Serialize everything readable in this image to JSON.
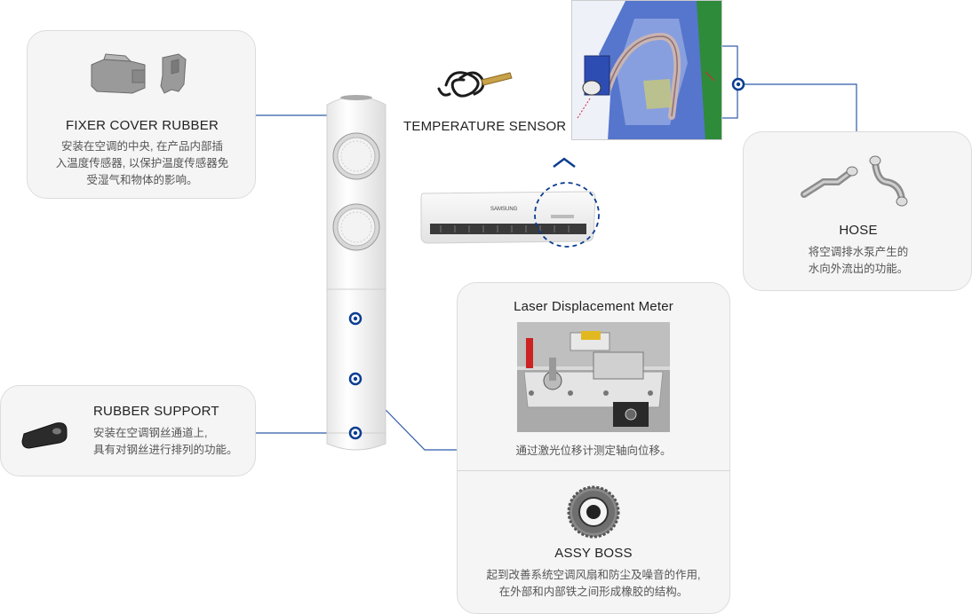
{
  "accent_color": "#0b3d91",
  "line_color": "#2f5aa8",
  "parts": {
    "fixer_cover_rubber": {
      "title": "FIXER COVER RUBBER",
      "desc_line1": "安装在空调的中央, 在产品内部插",
      "desc_line2": "入温度传感器, 以保护温度传感器免",
      "desc_line3": "受湿气和物体的影响。"
    },
    "temperature_sensor": {
      "title": "TEMPERATURE SENSOR"
    },
    "hose": {
      "title": "HOSE",
      "desc_line1": "将空调排水泵产生的",
      "desc_line2": "水向外流出的功能。"
    },
    "rubber_support": {
      "title": "RUBBER SUPPORT",
      "desc_line1": "安装在空调钢丝通道上,",
      "desc_line2": "具有对钢丝进行排列的功能。"
    },
    "laser_displacement_meter": {
      "title": "Laser Displacement Meter",
      "desc": "通过激光位移计测定轴向位移。"
    },
    "assy_boss": {
      "title": "ASSY BOSS",
      "desc_line1": "起到改善系统空调风扇和防尘及噪音的作用,",
      "desc_line2": "在外部和内部铁之间形成橡胶的结构。"
    }
  },
  "wall_unit_brand": "SAMSUNG"
}
